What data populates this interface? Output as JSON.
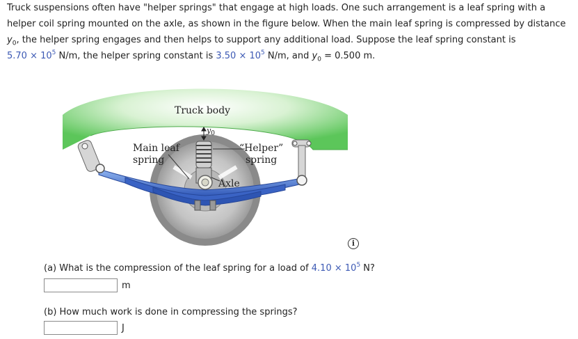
{
  "intro": {
    "line1": "Truck suspensions often have \"helper springs\" that engage at high loads. One such arrangement is a leaf spring with a",
    "line2": "helper coil spring mounted on the axle, as shown in the figure below. When the main leaf spring is compressed by distance",
    "line3_var": "y",
    "line3_sub": "0",
    "line3_rest": ", the helper spring engages and then helps to support any additional load. Suppose the leaf spring constant is",
    "k_leaf_mantissa": "5.70 × 10",
    "k_leaf_exp": "5",
    "k_leaf_unit": " N/m, the helper spring constant is ",
    "k_helper_mantissa": "3.50 × 10",
    "k_helper_exp": "5",
    "k_helper_unit": " N/m, and ",
    "y0_var": "y",
    "y0_sub": "0",
    "y0_value": " = 0.500 m."
  },
  "figure": {
    "truck_body_label": "Truck body",
    "y0_label_var": "y",
    "y0_label_sub": "0",
    "main_leaf_label_1": "Main leaf",
    "main_leaf_label_2": "spring",
    "helper_label_1": "“Helper”",
    "helper_label_2": "spring",
    "axle_label": "Axle"
  },
  "colors": {
    "highlight_blue": "#3c59b4",
    "truck_body_green": "#5cc65a",
    "leaf_spring_blue": "#3f6fd0",
    "wheel_gray": "#a9a9a9"
  },
  "info_icon": "info-icon",
  "part_a": {
    "question_prefix": "(a) What is the compression of the leaf spring for a load of ",
    "load_mantissa": "4.10 × 10",
    "load_exp": "5",
    "question_suffix": " N?",
    "answer_value": "",
    "unit": "m"
  },
  "part_b": {
    "question": "(b) How much work is done in compressing the springs?",
    "answer_value": "",
    "unit": "J"
  }
}
